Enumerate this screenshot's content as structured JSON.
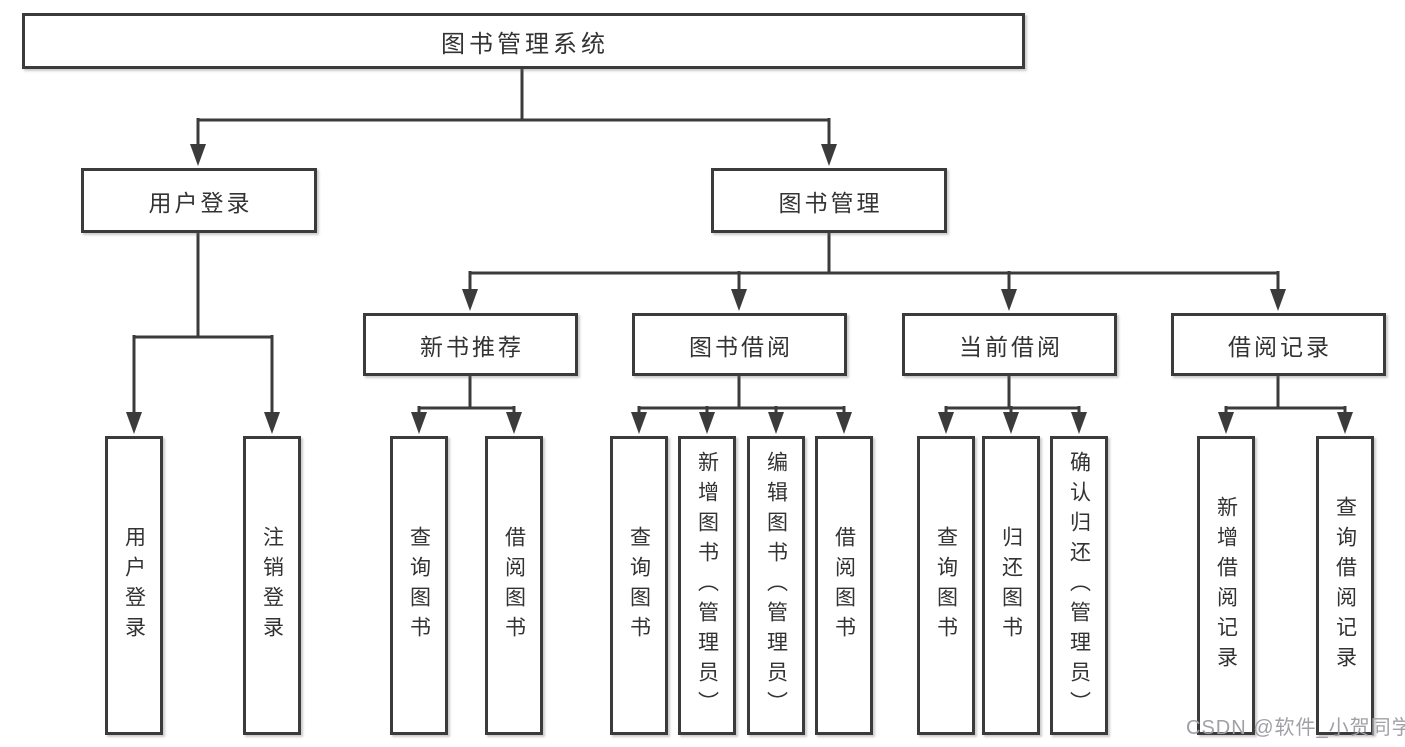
{
  "colors": {
    "line": "#3b3b3b",
    "box_border": "#3b3b3b",
    "text": "#333333",
    "background": "#ffffff",
    "watermark": "#a0a0a6"
  },
  "tree": {
    "root": {
      "label": "图书管理系统",
      "children": [
        {
          "label": "用户登录",
          "children": [
            {
              "label": "用户登录"
            },
            {
              "label": "注销登录"
            }
          ]
        },
        {
          "label": "图书管理",
          "children": [
            {
              "label": "新书推荐",
              "children": [
                {
                  "label": "查询图书"
                },
                {
                  "label": "借阅图书"
                }
              ]
            },
            {
              "label": "图书借阅",
              "children": [
                {
                  "label": "查询图书"
                },
                {
                  "label": "新增图书（管理员）"
                },
                {
                  "label": "编辑图书（管理员）"
                },
                {
                  "label": "借阅图书"
                }
              ]
            },
            {
              "label": "当前借阅",
              "children": [
                {
                  "label": "查询图书"
                },
                {
                  "label": "归还图书"
                },
                {
                  "label": "确认归还（管理员）"
                }
              ]
            },
            {
              "label": "借阅记录",
              "children": [
                {
                  "label": "新增借阅记录"
                },
                {
                  "label": "查询借阅记录"
                }
              ]
            }
          ]
        }
      ]
    }
  },
  "watermark": {
    "text": "CSDN @软件_小贺同学"
  }
}
